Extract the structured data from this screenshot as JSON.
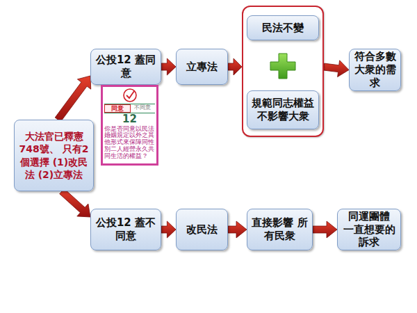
{
  "diagram": {
    "nodes": [
      {
        "text": [
          "大法官已釋憲 748號、 只有2個選擇 (1)改民法 (2)立專法"
        ]
      },
      {
        "text": [
          "公投12 蓋同意"
        ]
      },
      {
        "text": [
          "同意",
          "不同意",
          "12",
          "你是否同意以民法婚姻規定以外之其他形式來保障同性別二人經營永久共同生活的權益？"
        ]
      },
      {
        "text": [
          "立專法"
        ]
      },
      {
        "text": []
      },
      {
        "text": [
          "民法不變"
        ],
        "in": 4
      },
      {
        "text": [
          "規範同志權益 不影響大衆"
        ],
        "in": 4
      },
      {
        "text": [
          "符合多數 大衆的需求"
        ]
      },
      {
        "text": [
          "公投12 蓋不同意"
        ]
      },
      {
        "text": [
          "改民法"
        ]
      },
      {
        "text": [
          "直接影響 所有民衆"
        ]
      },
      {
        "text": [
          "同運團體 一直想要的 訴求"
        ]
      }
    ],
    "edges": [
      {
        "from": 0,
        "to": 1,
        "arrow": "to"
      },
      {
        "from": 0,
        "to": 8,
        "arrow": "to"
      },
      {
        "from": 1,
        "to": 3,
        "arrow": "to"
      },
      {
        "from": 3,
        "to": 4,
        "arrow": "to"
      },
      {
        "from": 4,
        "to": 7,
        "arrow": "to"
      },
      {
        "from": 8,
        "to": 9,
        "arrow": "to"
      },
      {
        "from": 9,
        "to": 10,
        "arrow": "to"
      },
      {
        "from": 10,
        "to": 11,
        "arrow": "to"
      }
    ]
  }
}
